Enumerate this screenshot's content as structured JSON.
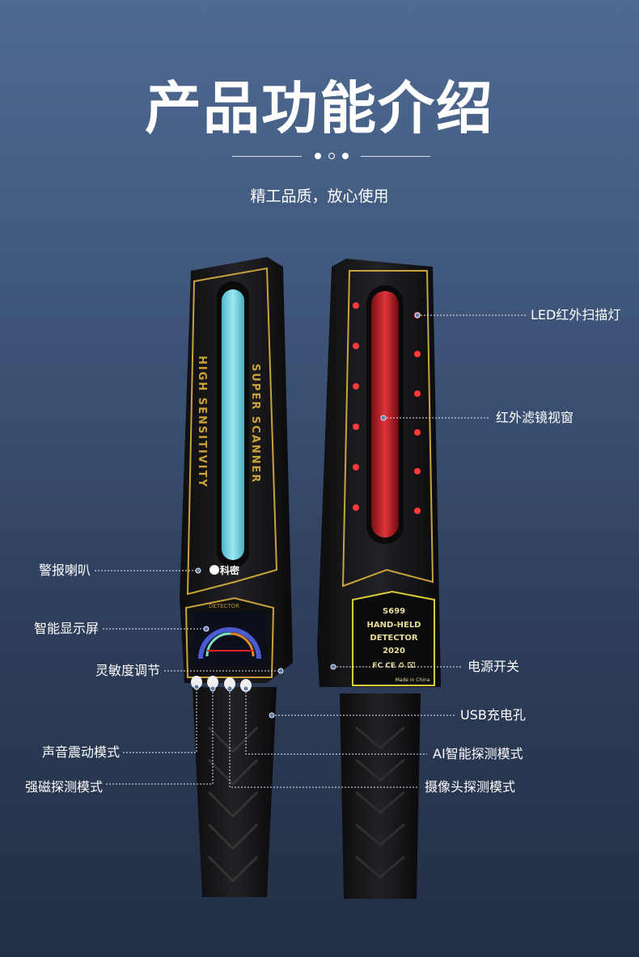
{
  "header": {
    "title": "产品功能介绍",
    "subtitle": "精工品质，放心使用"
  },
  "device_left": {
    "text1": "SUPER SCANNER",
    "text2": "HIGH SENSITIVITY",
    "logo": "科密",
    "screen_label": "DETECTOR"
  },
  "device_right": {
    "model": "S699",
    "line1": "HAND-HELD",
    "line2": "DETECTOR",
    "year": "2020",
    "marks": "FC CE ♻ ⌧",
    "made": "Made in China"
  },
  "annotations": {
    "speaker": "警报喇叭",
    "screen": "智能显示屏",
    "sensitivity": "灵敏度调节",
    "sound_vibe": "声音震动模式",
    "magnetic": "强磁探测模式",
    "led": "LED红外扫描灯",
    "ir_window": "红外滤镜视窗",
    "power": "电源开关",
    "usb": "USB充电孔",
    "ai_mode": "AI智能探测模式",
    "camera_mode": "摄像头探测模式"
  },
  "colors": {
    "gold": "#c9a23a",
    "cyan": "#7fd6e6",
    "red": "#c8222a",
    "led": "#ff3a3a"
  }
}
